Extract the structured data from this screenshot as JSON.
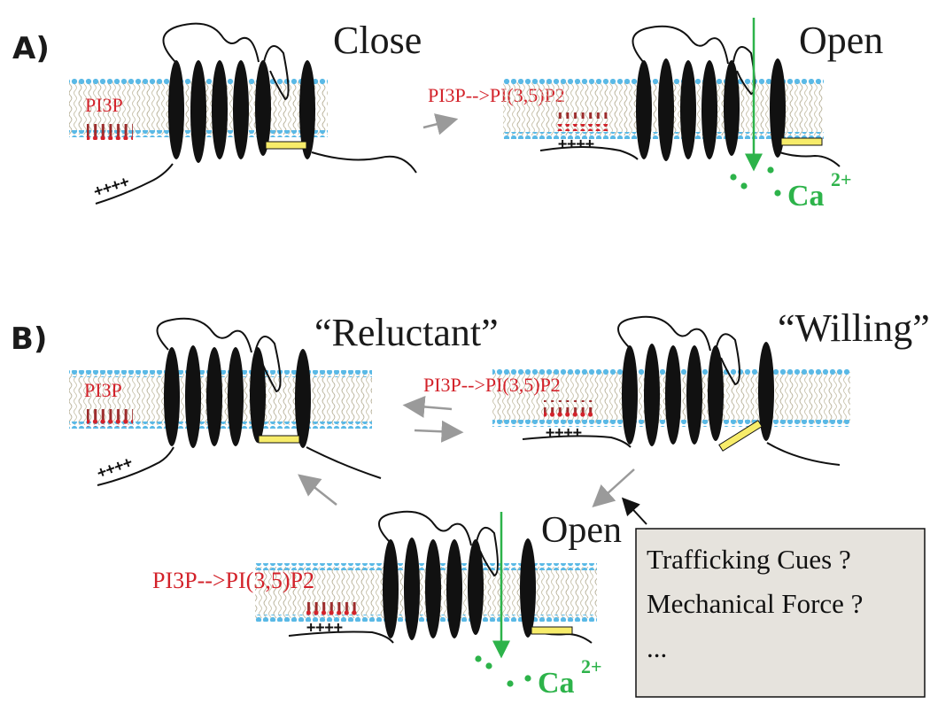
{
  "panels": {
    "a": {
      "letter": "A)",
      "closed_label": "Close",
      "open_label": "Open",
      "lipid_closed": "PI3P",
      "lipid_conversion": "PI3P-->PI(3,5)P2",
      "charges": "++++",
      "ion": "Ca",
      "ion_charge": "2+"
    },
    "b": {
      "letter": "B)",
      "reluctant_label": "“Reluctant”",
      "willing_label": "“Willing”",
      "open_label": "Open",
      "lipid_reluctant": "PI3P",
      "lipid_willing": "PI3P-->PI(3,5)P2",
      "lipid_open": "PI3P-->PI(3,5)P2",
      "charges": "++++",
      "ion": "Ca",
      "ion_charge": "2+"
    }
  },
  "questions": {
    "items": [
      "Trafficking Cues ?",
      "Mechanical Force ?",
      "..."
    ]
  },
  "colors": {
    "lipid_red": "#d3222a",
    "calcium_green": "#2db34a",
    "helix_black": "#111111",
    "head_blue": "#5ab9e6",
    "anchor_yellow": "#f7ec6a",
    "arrow_gray": "#9a9a9a",
    "box_fill": "#e6e3dd"
  }
}
